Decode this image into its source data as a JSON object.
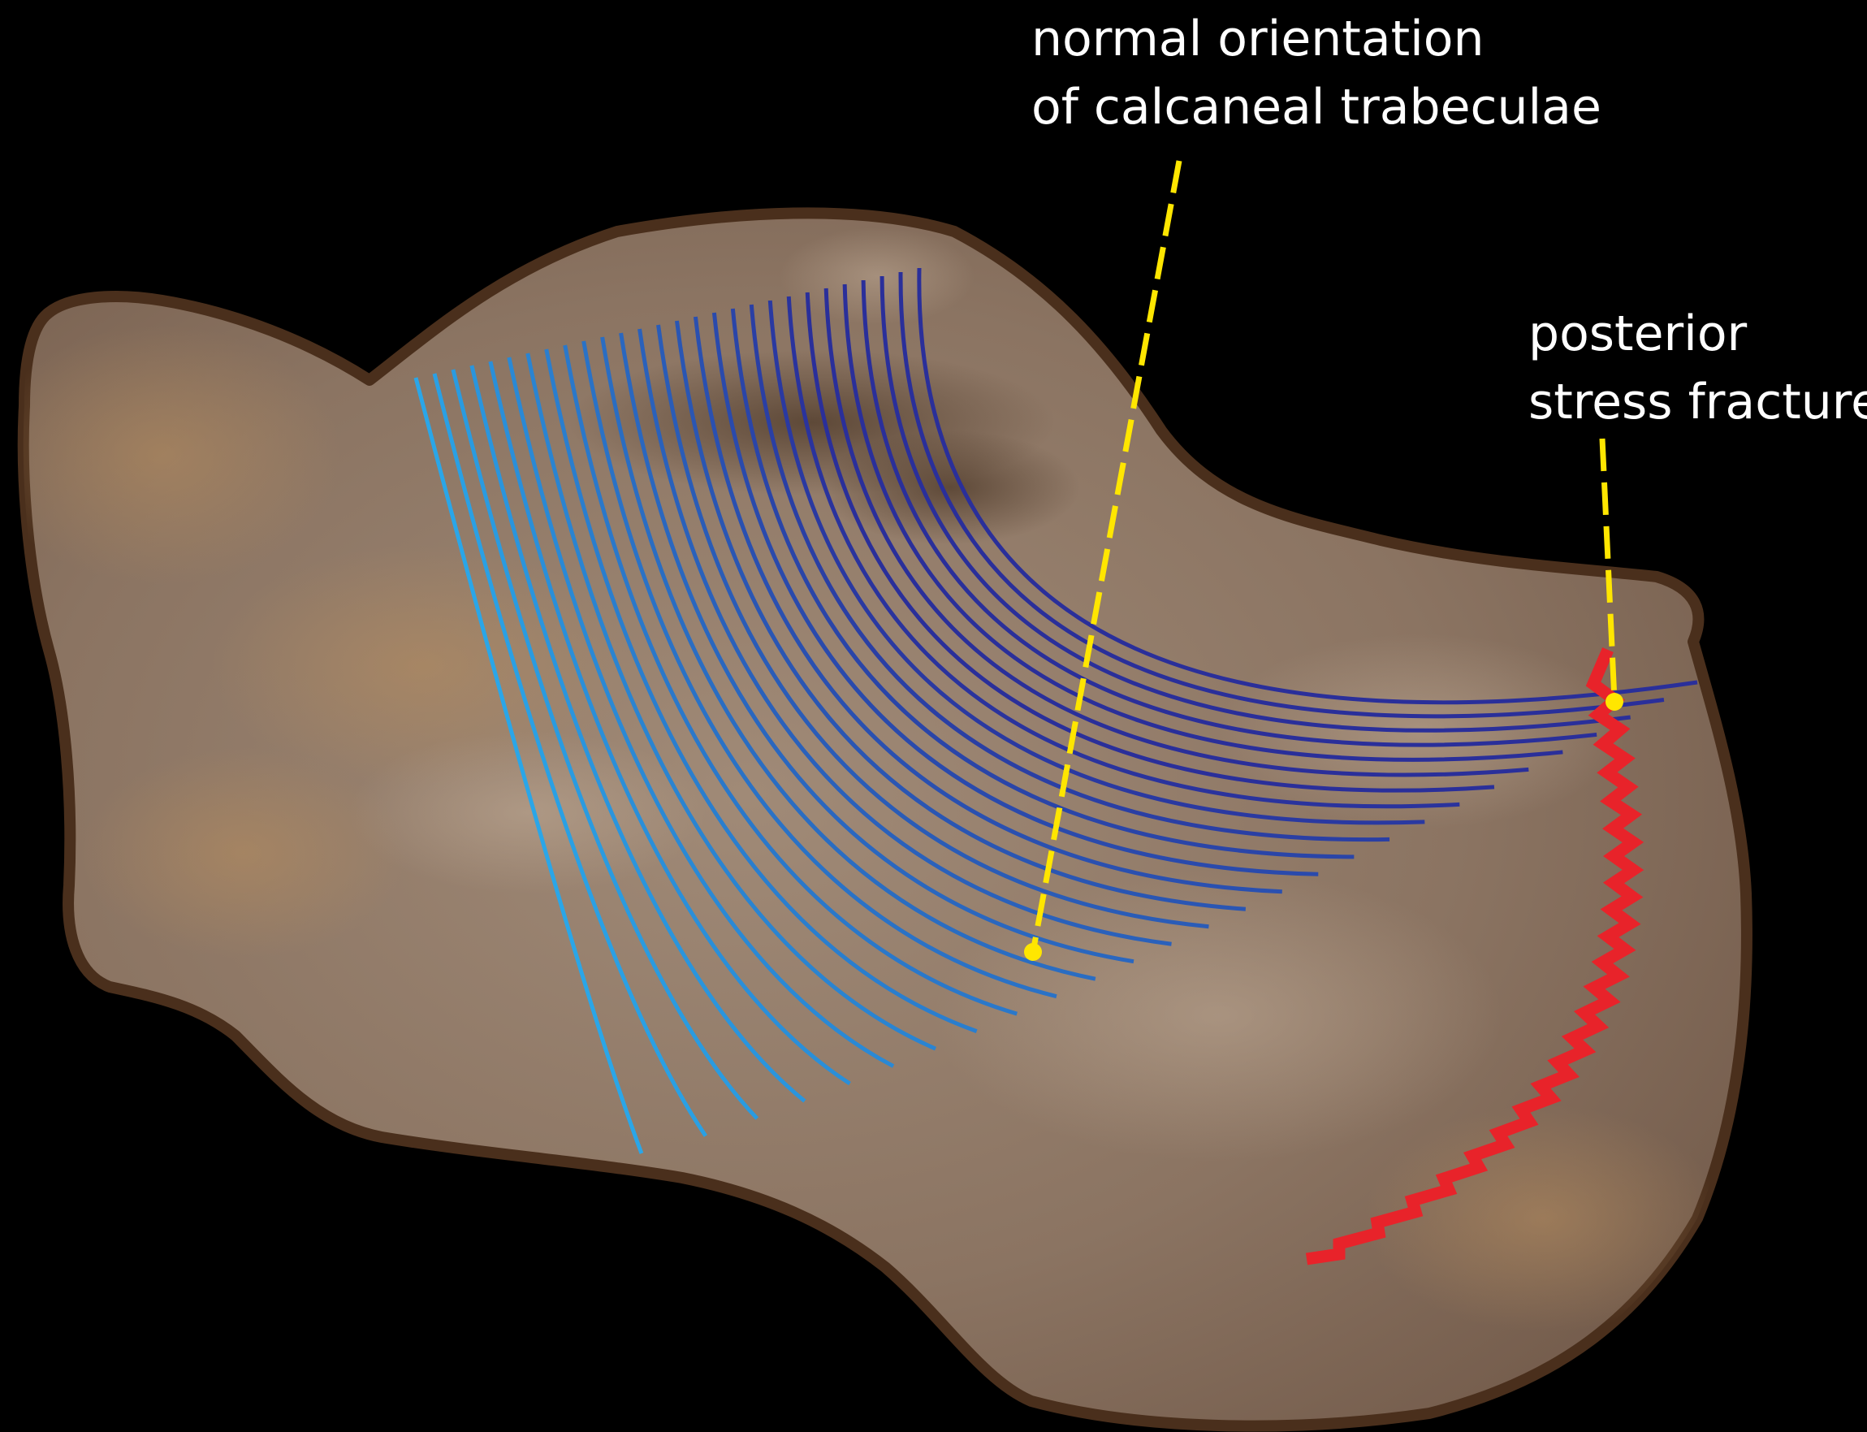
{
  "labels": {
    "trabeculae": {
      "line1": "normal orientation",
      "line2": "of calcaneal trabeculae"
    },
    "fracture": {
      "line1": "posterior",
      "line2": "stress fracture"
    }
  },
  "colors": {
    "background": "#000000",
    "bone_fill": "#8a7463",
    "bone_outline": "#4a2f1c",
    "trabeculae_light": "#2aa6e8",
    "trabeculae_dark": "#2a2f9a",
    "leader_line": "#ffe600",
    "fracture_line": "#e8232a",
    "text": "#ffffff"
  }
}
